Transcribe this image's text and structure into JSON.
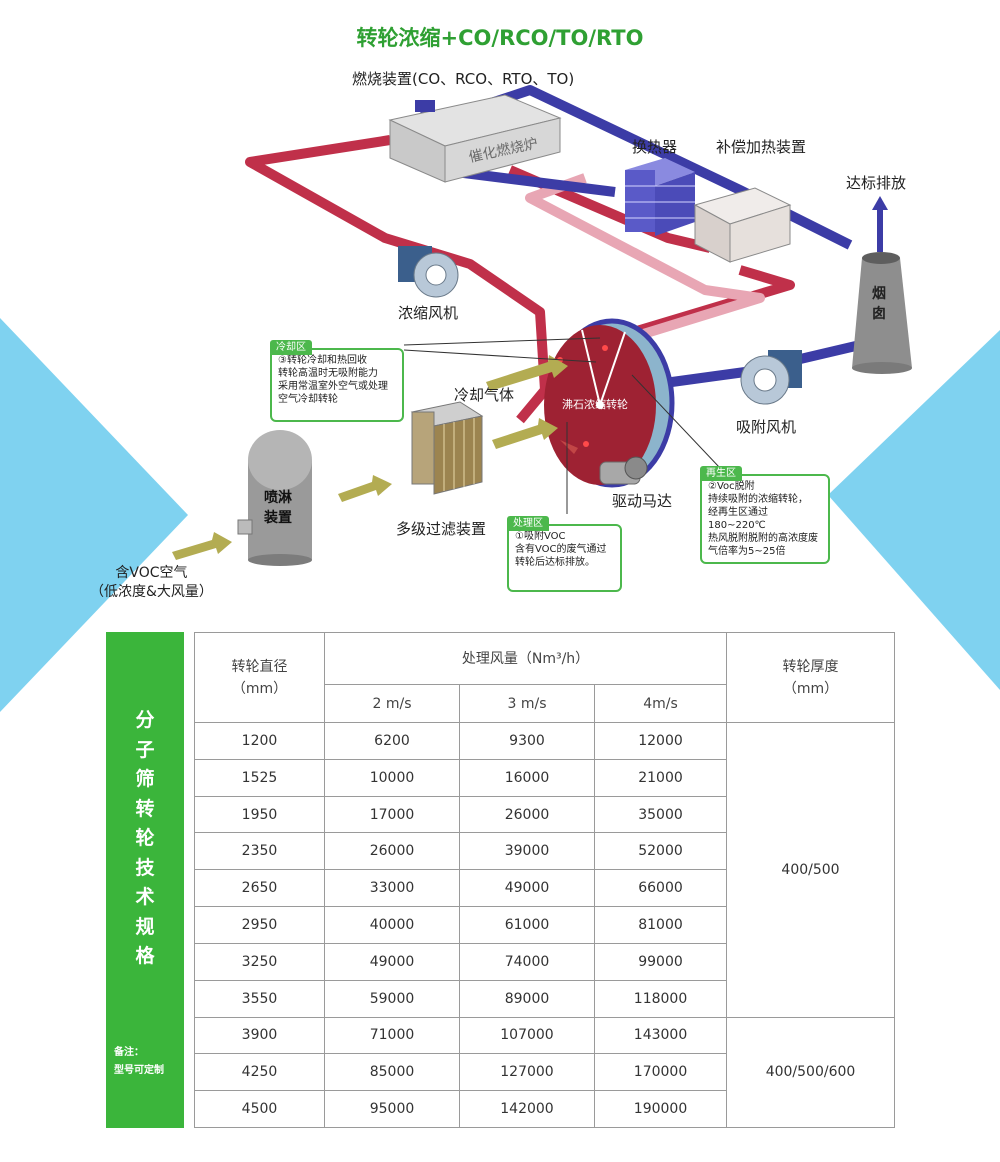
{
  "title": "转轮浓缩+CO/RCO/TO/RTO",
  "diagram": {
    "labels": {
      "combustion": "燃烧装置(CO、RCO、RTO、TO)",
      "furnace_text": "催化燃烧炉",
      "heat_exchanger": "换热器",
      "compensation_heater": "补偿加热装置",
      "discharge": "达标排放",
      "chimney": "烟\n囱",
      "concentration_fan": "浓缩风机",
      "cooling_gas": "冷却气体",
      "wheel": "沸石浓缩转轮",
      "adsorption_fan": "吸附风机",
      "drive_motor": "驱动马达",
      "filter": "多级过滤装置",
      "spray": "喷淋\n装置",
      "inlet": "含VOC空气\n（低浓度&大风量）"
    },
    "callouts": {
      "cooling": {
        "tag": "冷却区",
        "text": "③转轮冷却和热回收\n转轮高温时无吸附能力\n采用常温室外空气或处理\n空气冷却转轮"
      },
      "treatment": {
        "tag": "处理区",
        "text": "①吸附VOC\n含有VOC的废气通过\n转轮后达标排放。"
      },
      "regeneration": {
        "tag": "再生区",
        "text": "②Voc脱附\n持续吸附的浓缩转轮，\n经再生区通过180~220℃\n热风脱附脱附的高浓度废\n气倍率为5~25倍"
      }
    }
  },
  "spec": {
    "side_title": "分\n子\n筛\n转\n轮\n技\n术\n规\n格",
    "side_note": "备注：\n型号可定制",
    "headers": {
      "diameter": "转轮直径\n（mm）",
      "airflow": "处理风量（Nm³/h）",
      "thickness": "转轮厚度\n（mm）",
      "speeds": [
        "2 m/s",
        "3 m/s",
        "4m/s"
      ]
    },
    "rows": [
      [
        "1200",
        "6200",
        "9300",
        "12000"
      ],
      [
        "1525",
        "10000",
        "16000",
        "21000"
      ],
      [
        "1950",
        "17000",
        "26000",
        "35000"
      ],
      [
        "2350",
        "26000",
        "39000",
        "52000"
      ],
      [
        "2650",
        "33000",
        "49000",
        "66000"
      ],
      [
        "2950",
        "40000",
        "61000",
        "81000"
      ],
      [
        "3250",
        "49000",
        "74000",
        "99000"
      ],
      [
        "3550",
        "59000",
        "89000",
        "118000"
      ],
      [
        "3900",
        "71000",
        "107000",
        "143000"
      ],
      [
        "4250",
        "85000",
        "127000",
        "170000"
      ],
      [
        "4500",
        "95000",
        "142000",
        "190000"
      ]
    ],
    "thickness_groups": [
      "400/500",
      "400/500/600"
    ]
  }
}
